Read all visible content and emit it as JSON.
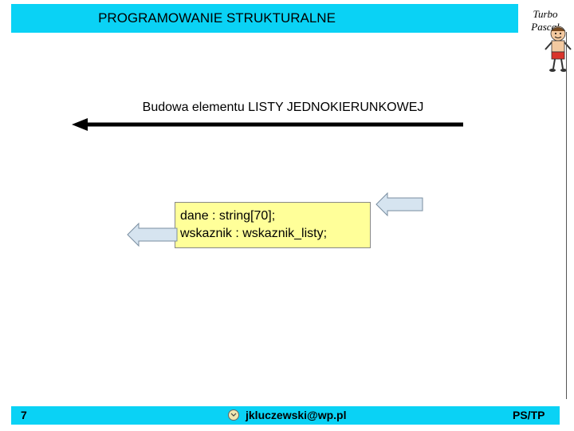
{
  "header": {
    "title": "PROGRAMOWANIE STRUKTURALNE",
    "brand": "Turbo Pascal"
  },
  "slide": {
    "subtitle": "Budowa elementu LISTY JEDNOKIERUNKOWEJ",
    "node": {
      "line1": "dane : string[70];",
      "line2": "wskaznik : wskaznik_listy;"
    }
  },
  "footer": {
    "page_number": "7",
    "email": "jkluczewski@wp.pl",
    "code": "PS/TP"
  },
  "colors": {
    "bar": "#0ad2f5",
    "node_fill": "#ffff99",
    "arrow_fill": "#d6e4f0"
  }
}
